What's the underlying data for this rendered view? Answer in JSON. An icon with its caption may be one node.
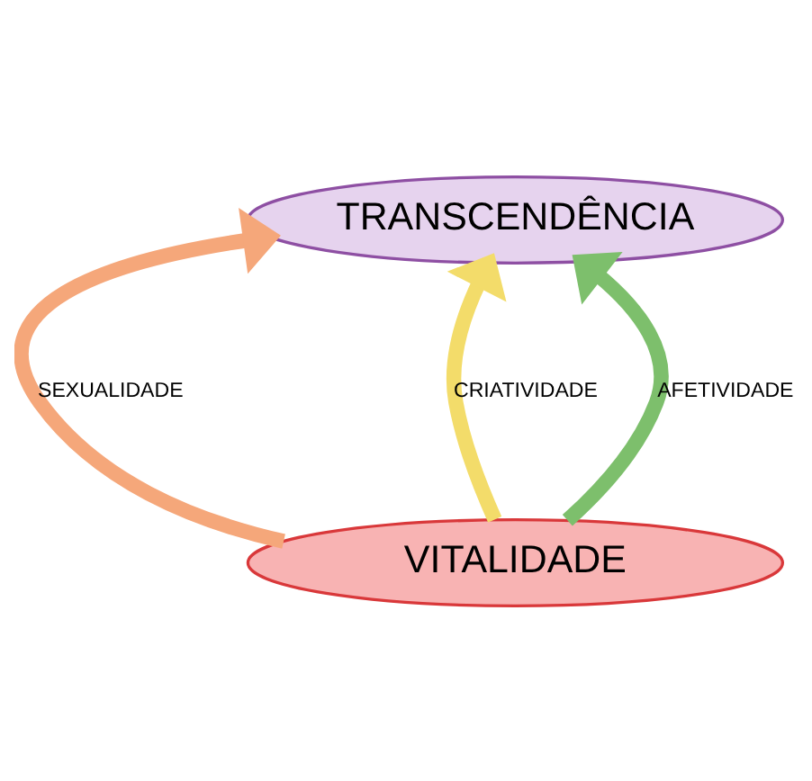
{
  "diagram": {
    "nodes": [
      {
        "text": [
          "TRANSCENDÊNCIA"
        ]
      },
      {
        "text": [
          "VITALIDADE"
        ]
      }
    ],
    "edges": [
      {
        "from": 1,
        "to": 0,
        "arrow": "to",
        "label": "SEXUALIDADE",
        "color": "#f5a77a"
      },
      {
        "from": 1,
        "to": 0,
        "arrow": "to",
        "label": "CRIATIVIDADE",
        "color": "#f3dc6a"
      },
      {
        "from": 1,
        "to": 0,
        "arrow": "to",
        "label": "AFETIVIDADE",
        "color": "#7dbf6c"
      }
    ]
  }
}
